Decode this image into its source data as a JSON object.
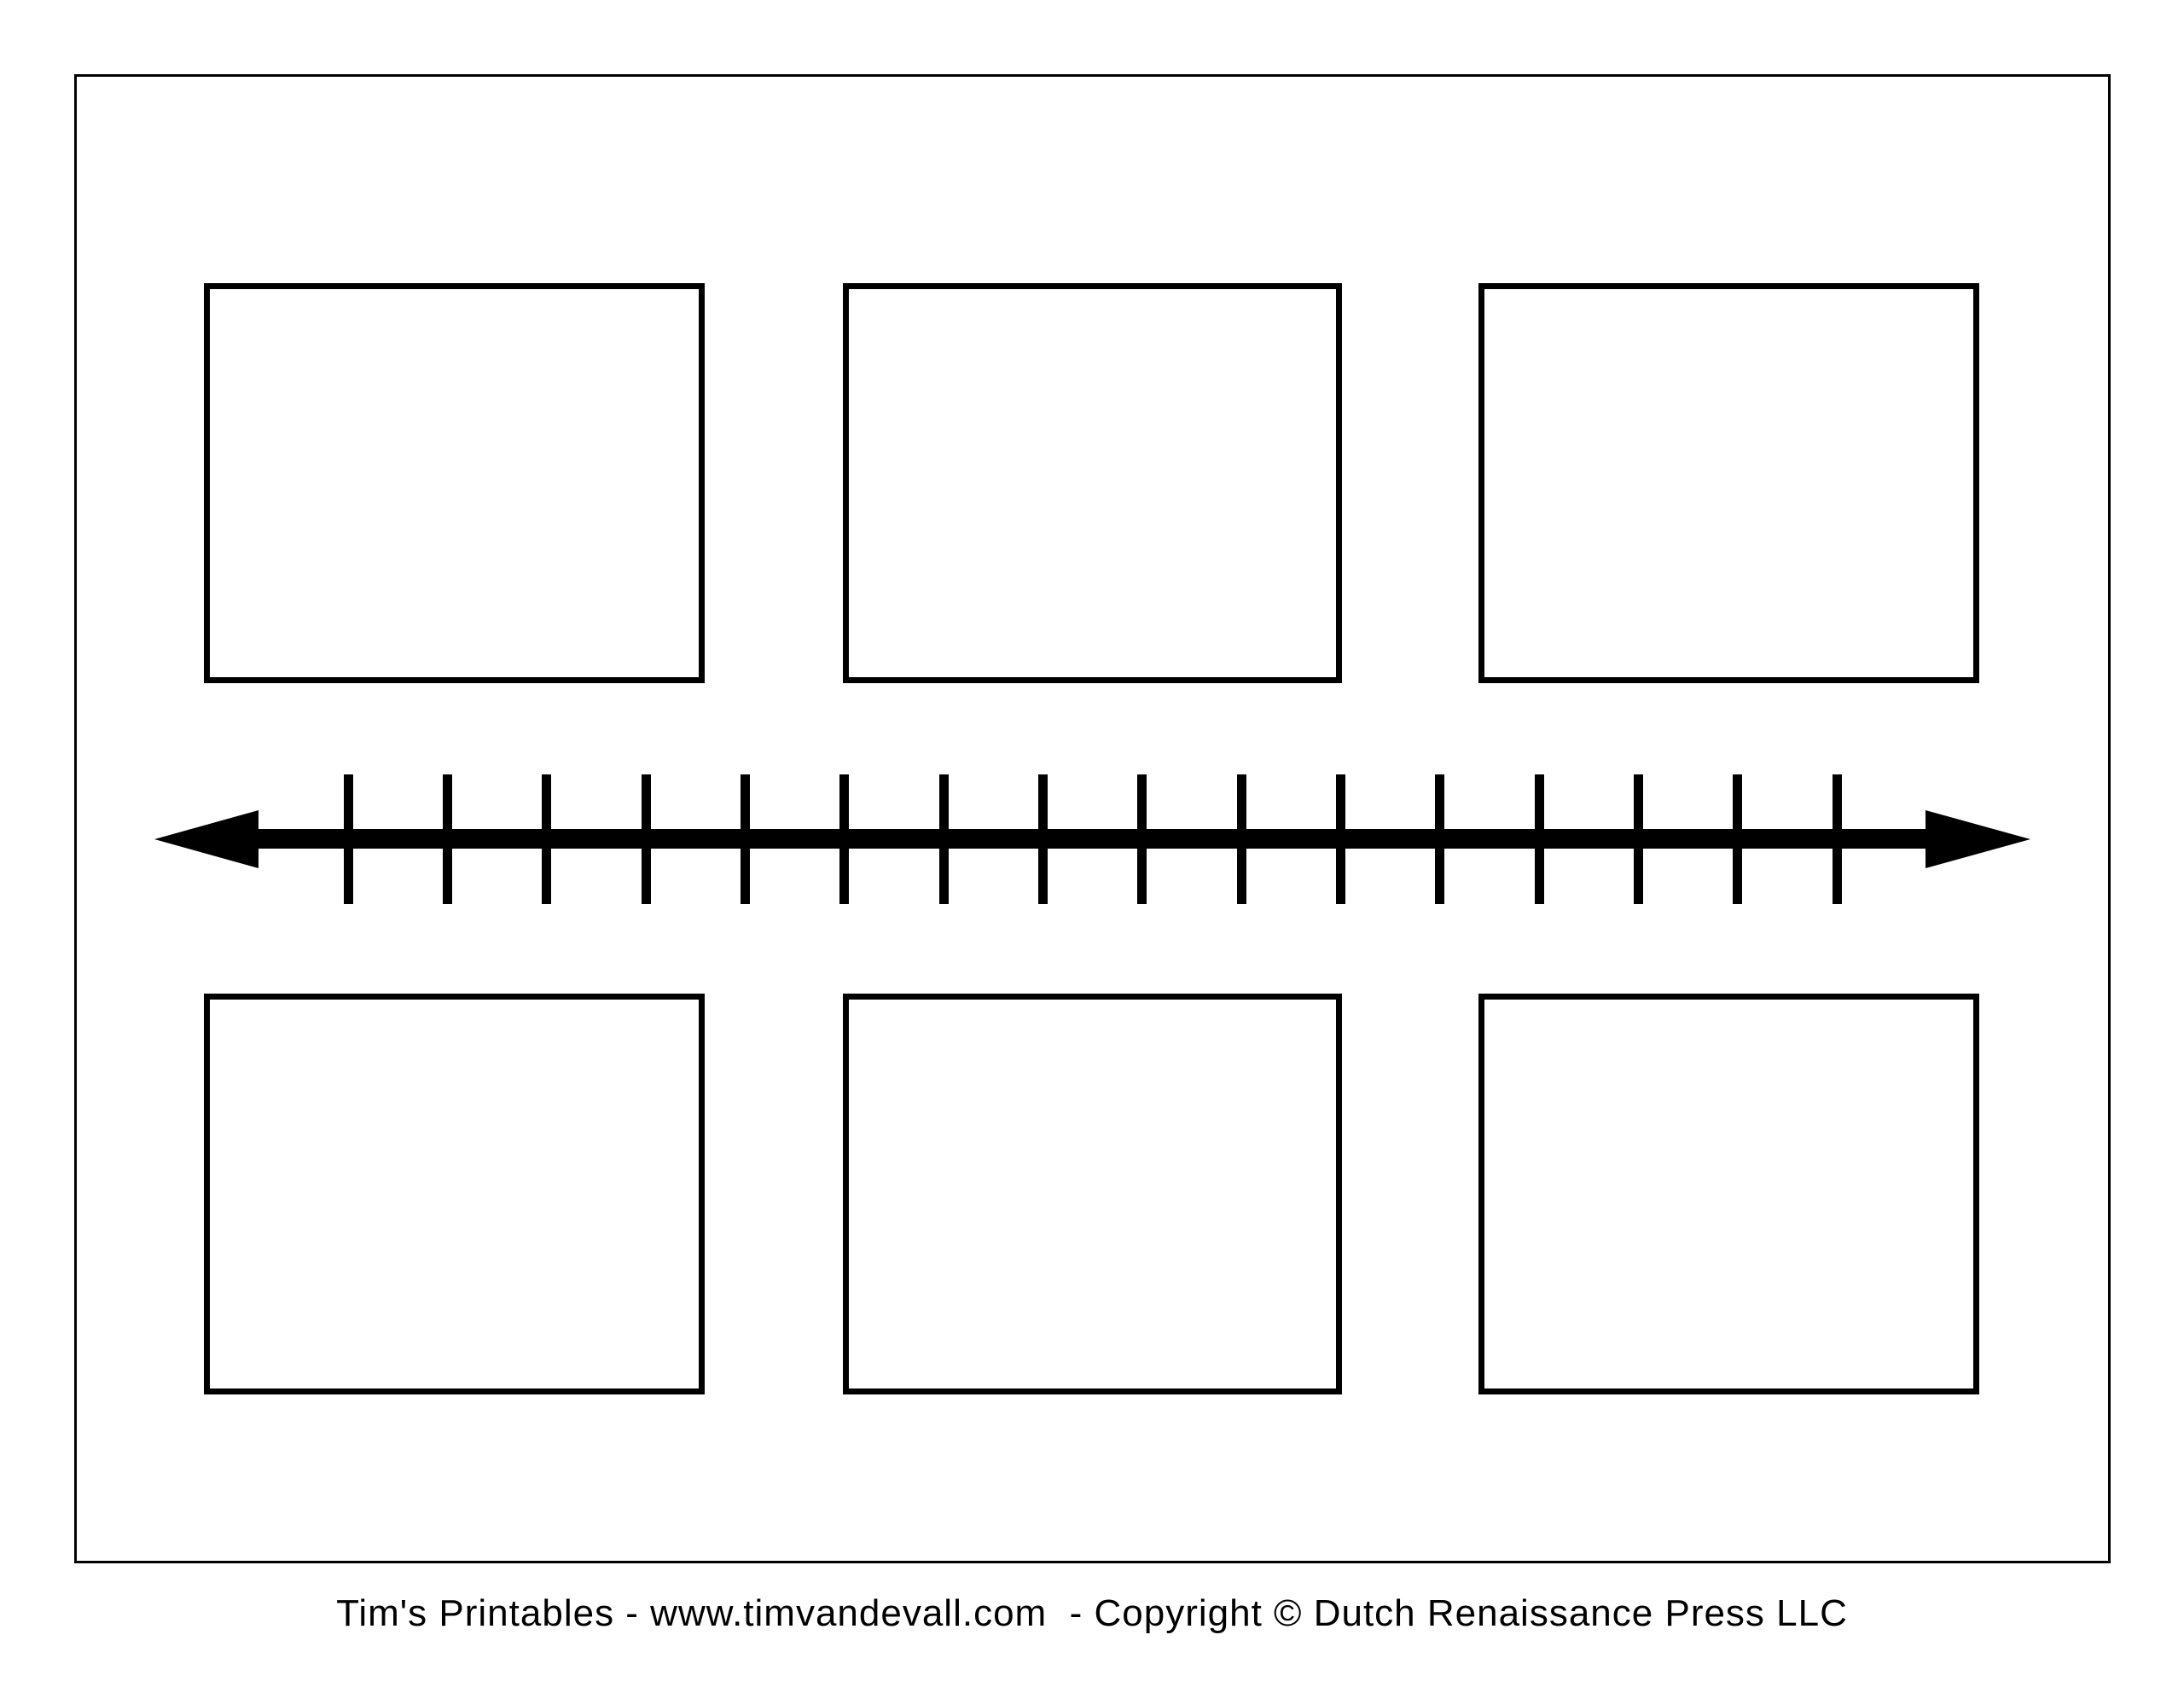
{
  "page": {
    "background": "#ffffff",
    "ink_color": "#000000"
  },
  "footer": {
    "credit": "Tim's Printables - www.timvandevall.com  - Copyright © Dutch Renaissance Press LLC"
  },
  "timeline": {
    "type": "double-headed-arrow",
    "tick_count": 16
  },
  "event_boxes": {
    "count": 6,
    "rows": 2,
    "columns": 3,
    "labels": [
      "",
      "",
      "",
      "",
      "",
      ""
    ]
  }
}
